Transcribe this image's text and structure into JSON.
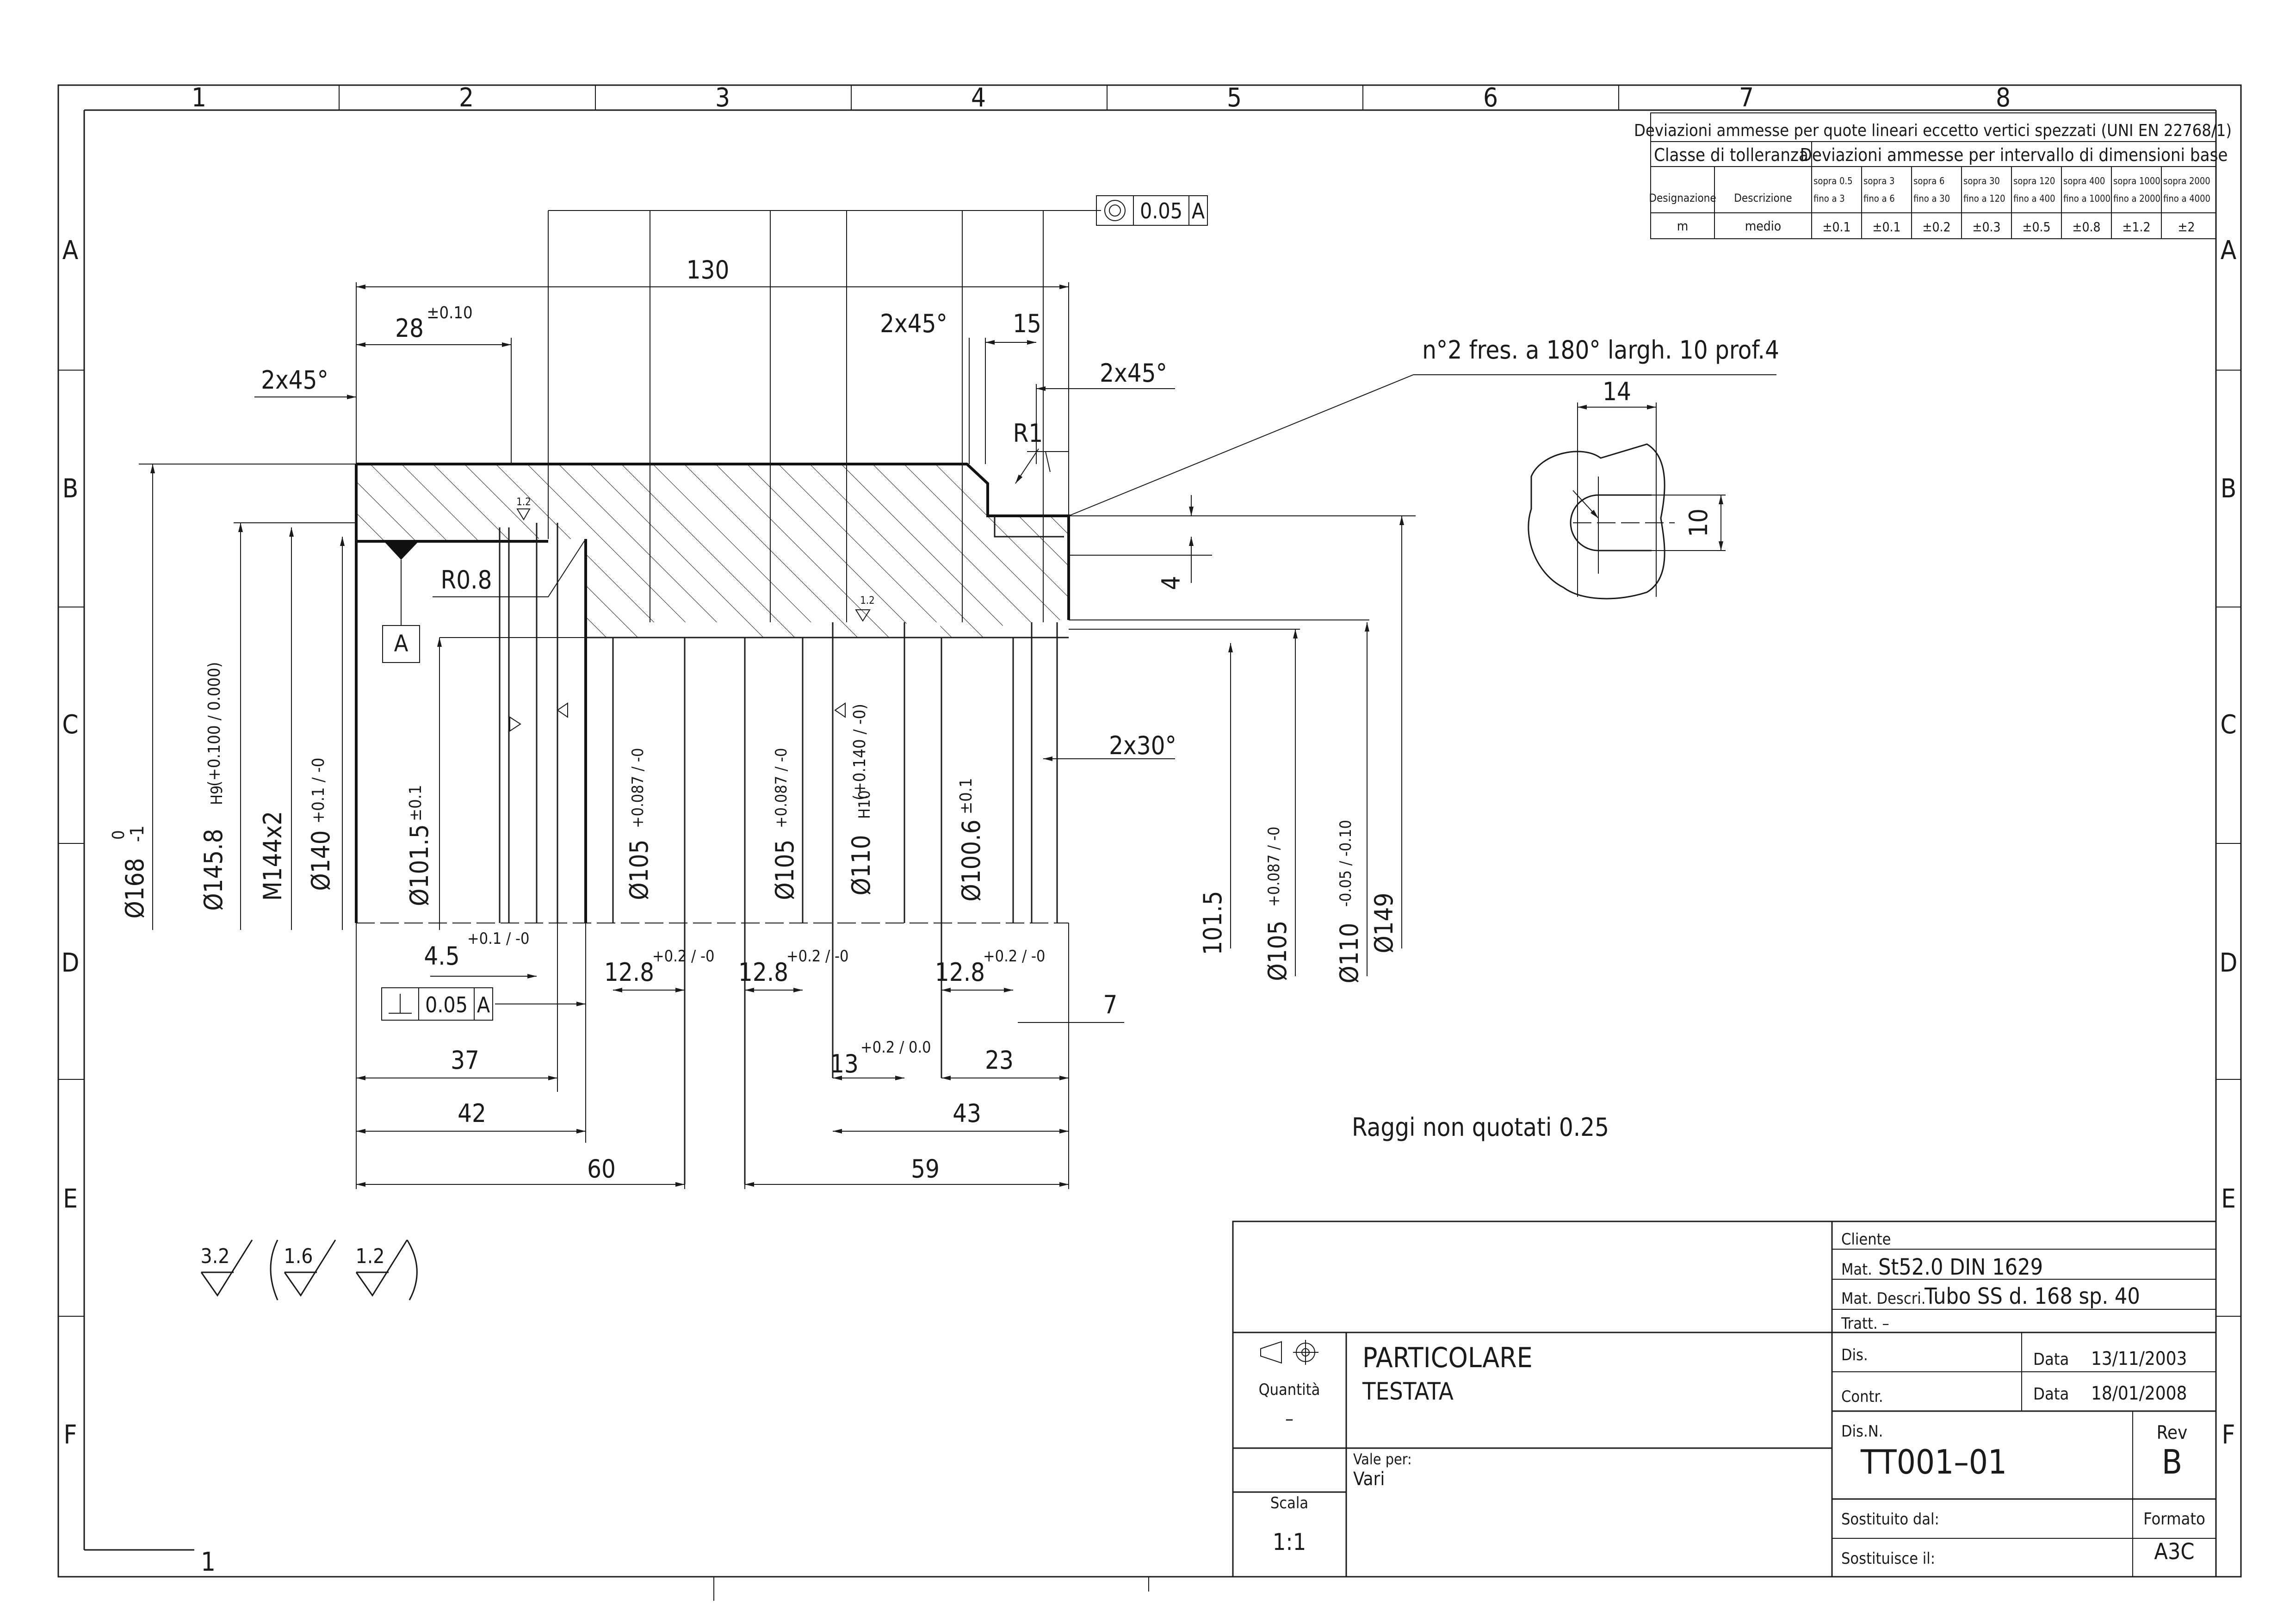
{
  "grid": {
    "cols": [
      "1",
      "2",
      "3",
      "4",
      "5",
      "6",
      "7",
      "8"
    ],
    "rows": [
      "A",
      "B",
      "C",
      "D",
      "E",
      "F"
    ],
    "bottom_col": "1"
  },
  "tolerance_table": {
    "title": "Deviazioni ammesse per quote lineari eccetto vertici spezzati (UNI EN 22768/1)",
    "class_header": "Classe di tolleranza",
    "dev_header": "Deviazioni ammesse per intervallo di dimensioni base",
    "col_designation": "Designazione",
    "col_description": "Descrizione",
    "ranges": [
      {
        "top": "sopra   0.5",
        "bottom": "fino a     3"
      },
      {
        "top": "sopra     3",
        "bottom": "fino a     6"
      },
      {
        "top": "sopra     6",
        "bottom": "fino a   30"
      },
      {
        "top": "sopra   30",
        "bottom": "fino a  120"
      },
      {
        "top": "sopra  120",
        "bottom": "fino a  400"
      },
      {
        "top": "sopra  400",
        "bottom": "fino a 1000"
      },
      {
        "top": "sopra 1000",
        "bottom": "fino a 2000"
      },
      {
        "top": "sopra 2000",
        "bottom": "fino a 4000"
      }
    ],
    "row": {
      "designation": "m",
      "description": "medio",
      "values": [
        "±0.1",
        "±0.1",
        "±0.2",
        "±0.3",
        "±0.5",
        "±0.8",
        "±1.2",
        "±2"
      ]
    }
  },
  "drawing": {
    "concentricity_value": "0.05",
    "concentricity_datum": "A",
    "perpendicularity_value": "0.05",
    "perpendicularity_datum": "A",
    "datum_label": "A",
    "dim_130": "130",
    "dim_28": "28",
    "dim_28_tol": "±0.10",
    "chamfer_2x45_a": "2x45°",
    "chamfer_2x45_b": "2x45°",
    "chamfer_2x45_c": "2x45°",
    "chamfer_2x30": "2x30°",
    "dim_15": "15",
    "radius_r1": "R1",
    "radius_r08": "R0.8",
    "mill_note": "n°2 fres. a 180° largh. 10 prof.4",
    "dim_14": "14",
    "dim_10": "10",
    "dim_4": "4",
    "dia_168": "Ø168",
    "dia_168_tol_up": "0",
    "dia_168_tol_low": "-1",
    "dia_145": "Ø145.8",
    "dia_145_fit": "H9",
    "dia_145_tol": "(+0.100 / 0.000)",
    "thread": "M144x2",
    "dia_140": "Ø140",
    "dia_140_tol": "+0.1 / -0",
    "dia_101_5": "Ø101.5",
    "dia_101_5_tol": "±0.1",
    "dia_105_a": "Ø105",
    "dia_105_a_tol": "+0.087 / -0",
    "dia_105_b": "Ø105",
    "dia_105_b_tol": "+0.087 / -0",
    "dia_110": "Ø110",
    "dia_110_fit": "H10",
    "dia_110_tol": "(+0.140 / -0)",
    "dia_100_6": "Ø100.6",
    "dia_100_6_tol": "±0.1",
    "dim_101_5": "101.5",
    "dia_105_c": "Ø105",
    "dia_105_c_tol": "+0.087 / -0",
    "dia_110_b": "Ø110",
    "dia_110_b_tol": "-0.05 / -0.10",
    "dia_149": "Ø149",
    "dim_4_5": "4.5",
    "dim_4_5_tol": "+0.1 / -0",
    "dim_12_8_a": "12.8",
    "dim_12_8_b": "12.8",
    "dim_12_8_c": "12.8",
    "dim_12_8_tol": "+0.2 / -0",
    "dim_7": "7",
    "dim_37": "37",
    "dim_42": "42",
    "dim_60": "60",
    "dim_13": "13",
    "dim_13_tol": "+0.2 / 0.0",
    "dim_23": "23",
    "dim_43": "43",
    "dim_59": "59",
    "rough_12": "1.2",
    "rough_16": "1.6",
    "radii_note": "Raggi non quotati 0.25",
    "rough_legend": [
      "3.2",
      "1.6",
      "1.2"
    ]
  },
  "title_block": {
    "cliente_label": "Cliente",
    "mat_label": "Mat.",
    "mat_value": "St52.0  DIN  1629",
    "descr_label": "Mat. Descri.",
    "descr_value": "Tubo  SS  d.  168  sp.  40",
    "tratt": "Tratt. –",
    "dis_label": "Dis.",
    "data_label_1": "Data",
    "data_value_1": "13/11/2003",
    "contr_label": "Contr.",
    "data_label_2": "Data",
    "data_value_2": "18/01/2008",
    "quantita_label": "Quantità",
    "quantita_value": "–",
    "name_line1": "PARTICOLARE",
    "name_line2": "TESTATA",
    "disn_label": "Dis.N.",
    "disn_value": "TT001–01",
    "rev_label": "Rev",
    "rev_value": "B",
    "vale_label": "Vale per:",
    "vale_value": "Vari",
    "scala_label": "Scala",
    "scala_value": "1:1",
    "sostituito_label": "Sostituito dal:",
    "sostituisce_label": "Sostituisce il:",
    "formato_label": "Formato",
    "formato_value": "A3C"
  }
}
